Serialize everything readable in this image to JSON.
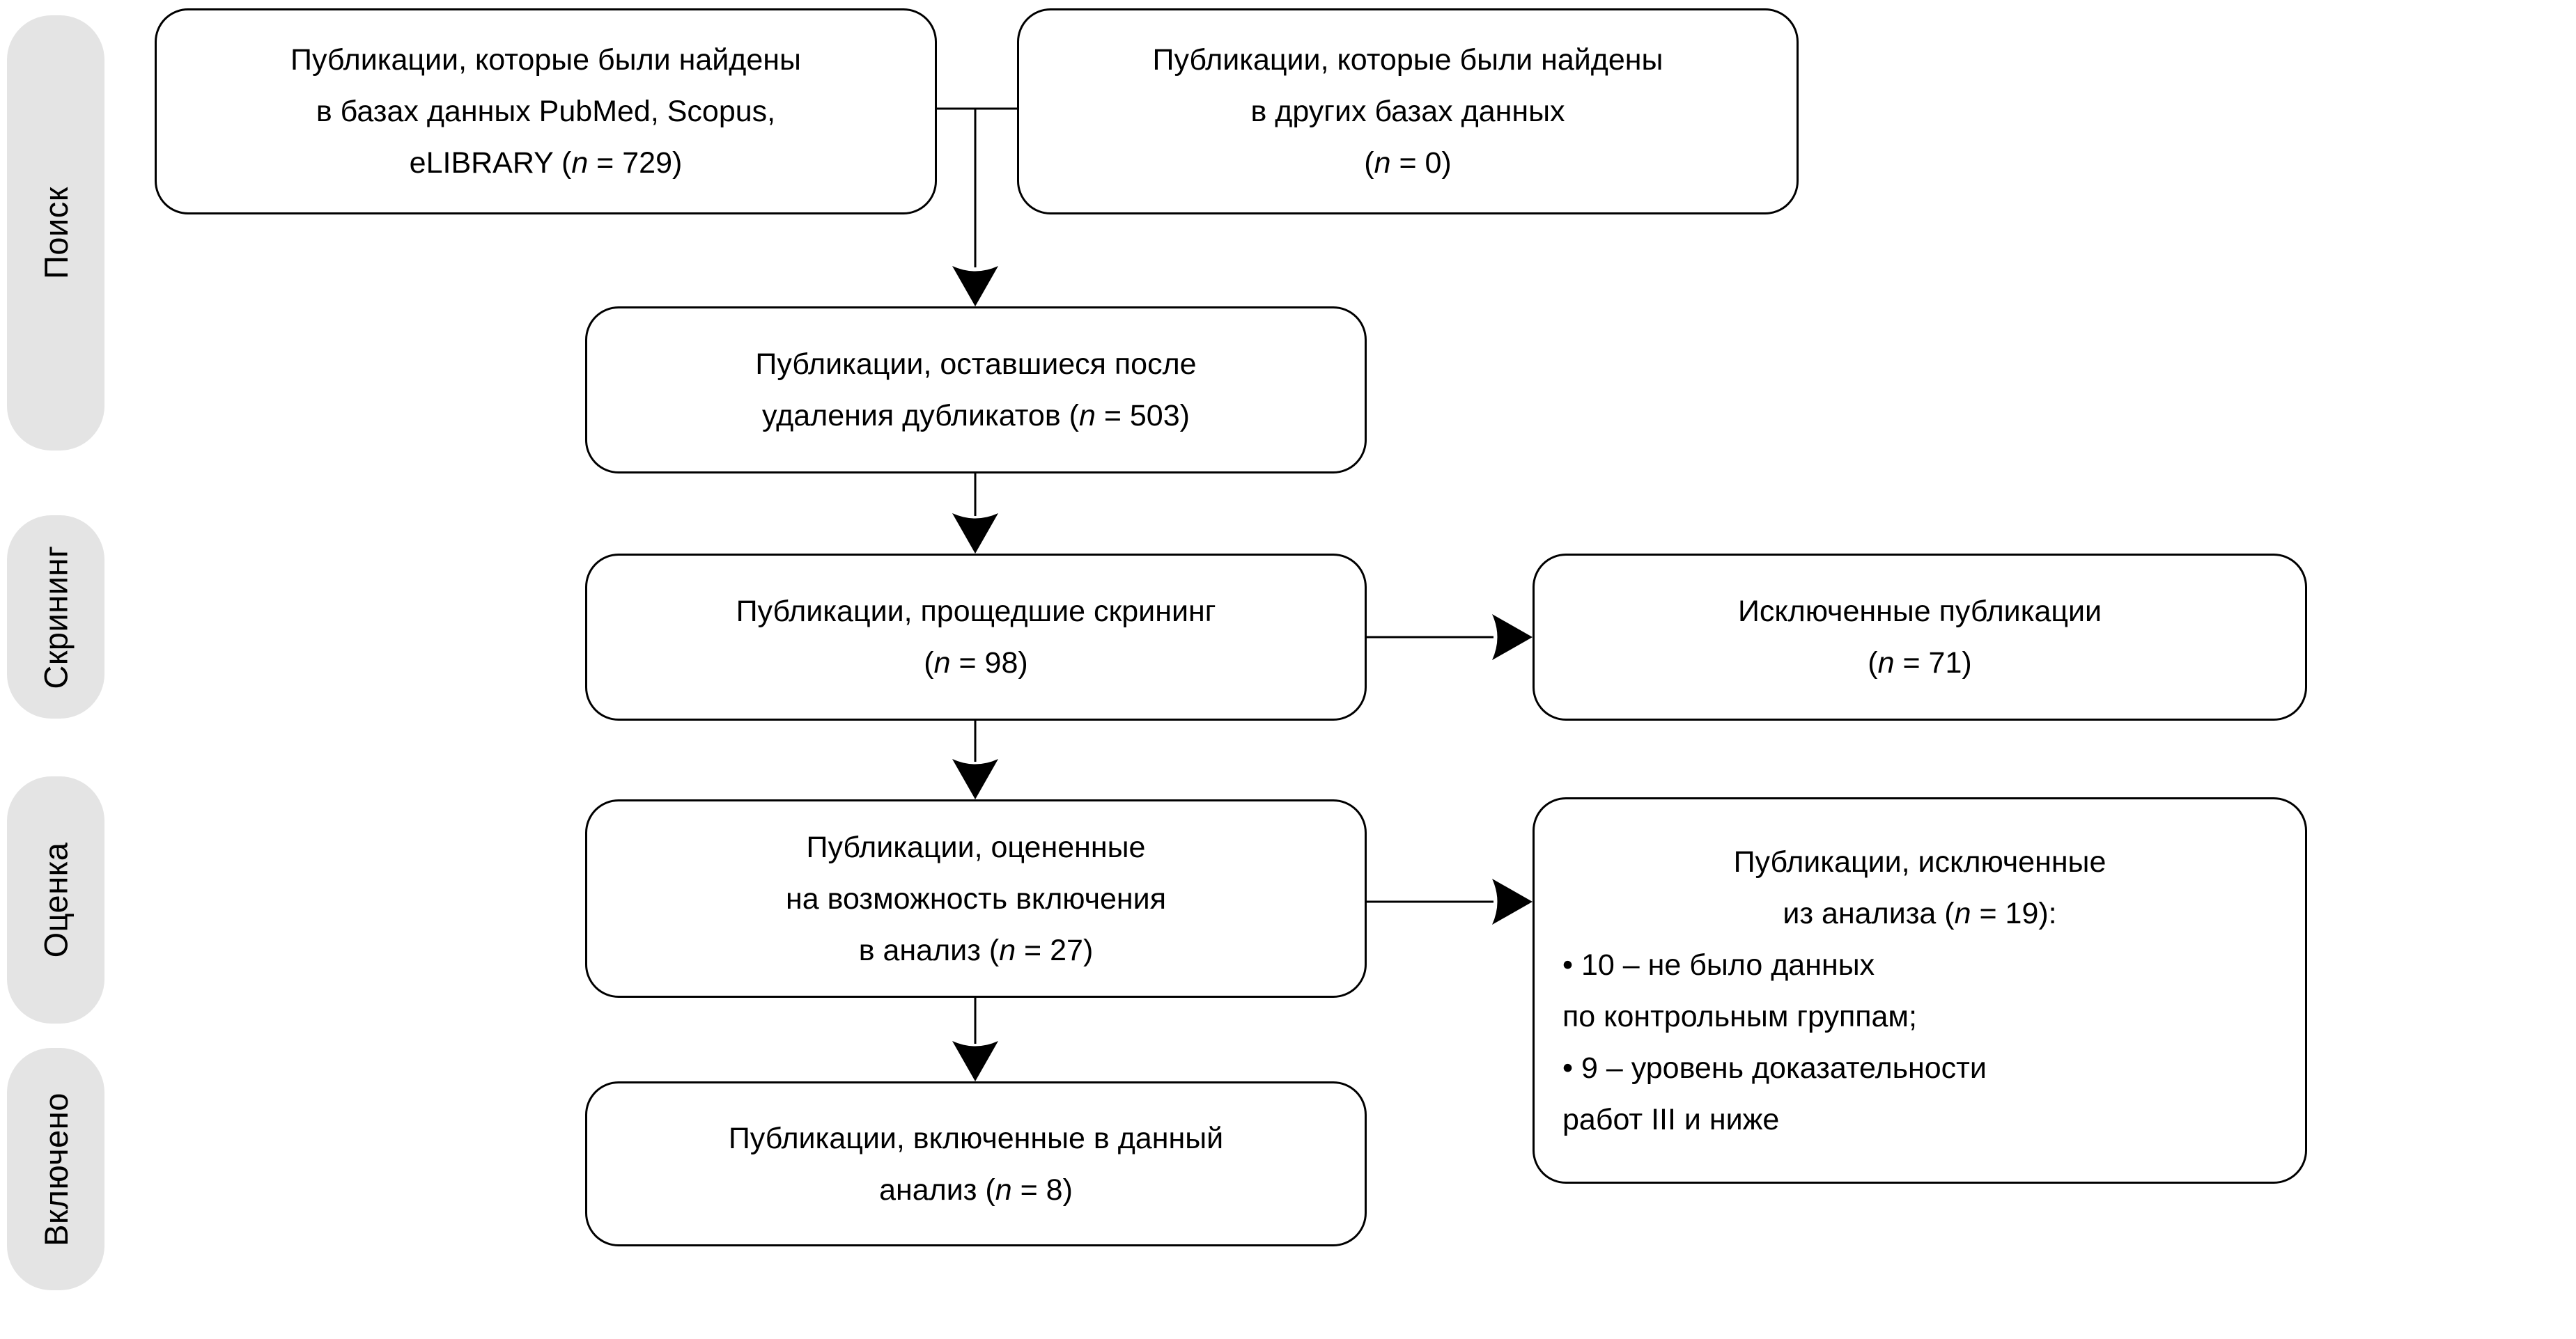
{
  "colors": {
    "background": "#ffffff",
    "box_fill": "#ffffff",
    "box_border": "#000000",
    "stage_pill_fill": "#e4e4e4",
    "text": "#000000"
  },
  "sidebar": {
    "stages": [
      {
        "label": "Поиск"
      },
      {
        "label": "Скрининг"
      },
      {
        "label": "Оценка"
      },
      {
        "label": "Включено"
      }
    ]
  },
  "flow": {
    "identified_databases": {
      "n": 729,
      "lines": [
        [
          {
            "t": "Публикации, которые были найдены"
          }
        ],
        [
          {
            "t": "в базах данных PubMed, Scopus,"
          }
        ],
        [
          {
            "t": "eLIBRARY ("
          },
          {
            "t": "n",
            "i": true
          },
          {
            "t": " = 729)"
          }
        ]
      ]
    },
    "identified_other": {
      "n": 0,
      "lines": [
        [
          {
            "t": "Публикации, которые были найдены"
          }
        ],
        [
          {
            "t": "в других базах данных"
          }
        ],
        [
          {
            "t": "("
          },
          {
            "t": "n",
            "i": true
          },
          {
            "t": " = 0)"
          }
        ]
      ]
    },
    "after_duplicates": {
      "n": 503,
      "lines": [
        [
          {
            "t": "Публикации, оставшиеся после"
          }
        ],
        [
          {
            "t": "удаления дубликатов ("
          },
          {
            "t": "n",
            "i": true
          },
          {
            "t": " = 503)"
          }
        ]
      ]
    },
    "screened": {
      "n": 98,
      "lines": [
        [
          {
            "t": "Публикации, прощедшие скрининг"
          }
        ],
        [
          {
            "t": "("
          },
          {
            "t": "n",
            "i": true
          },
          {
            "t": " = 98)"
          }
        ]
      ]
    },
    "excluded_screening": {
      "n": 71,
      "lines": [
        [
          {
            "t": "Исключенные публикации"
          }
        ],
        [
          {
            "t": "("
          },
          {
            "t": "n",
            "i": true
          },
          {
            "t": " = 71)"
          }
        ]
      ]
    },
    "assessed": {
      "n": 27,
      "lines": [
        [
          {
            "t": "Публикации, оцененные"
          }
        ],
        [
          {
            "t": "на возможность включения"
          }
        ],
        [
          {
            "t": "в анализ ("
          },
          {
            "t": "n",
            "i": true
          },
          {
            "t": " = 27)"
          }
        ]
      ]
    },
    "excluded_from_analysis": {
      "n": 19,
      "reason_counts": [
        10,
        9
      ],
      "title_lines": [
        [
          {
            "t": "Публикации, исключенные"
          }
        ],
        [
          {
            "t": "из анализа ("
          },
          {
            "t": "n",
            "i": true
          },
          {
            "t": " = 19):"
          }
        ]
      ],
      "bullet_lines": [
        [
          {
            "t": "• 10 – не было данных"
          }
        ],
        [
          {
            "t": "по контрольным группам;"
          }
        ],
        [
          {
            "t": "• 9 – уровень доказательности"
          }
        ],
        [
          {
            "t": "работ III и ниже"
          }
        ]
      ]
    },
    "included": {
      "n": 8,
      "lines": [
        [
          {
            "t": "Публикации, включенные в данный"
          }
        ],
        [
          {
            "t": "анализ ("
          },
          {
            "t": "n",
            "i": true
          },
          {
            "t": " = 8)"
          }
        ]
      ]
    }
  }
}
